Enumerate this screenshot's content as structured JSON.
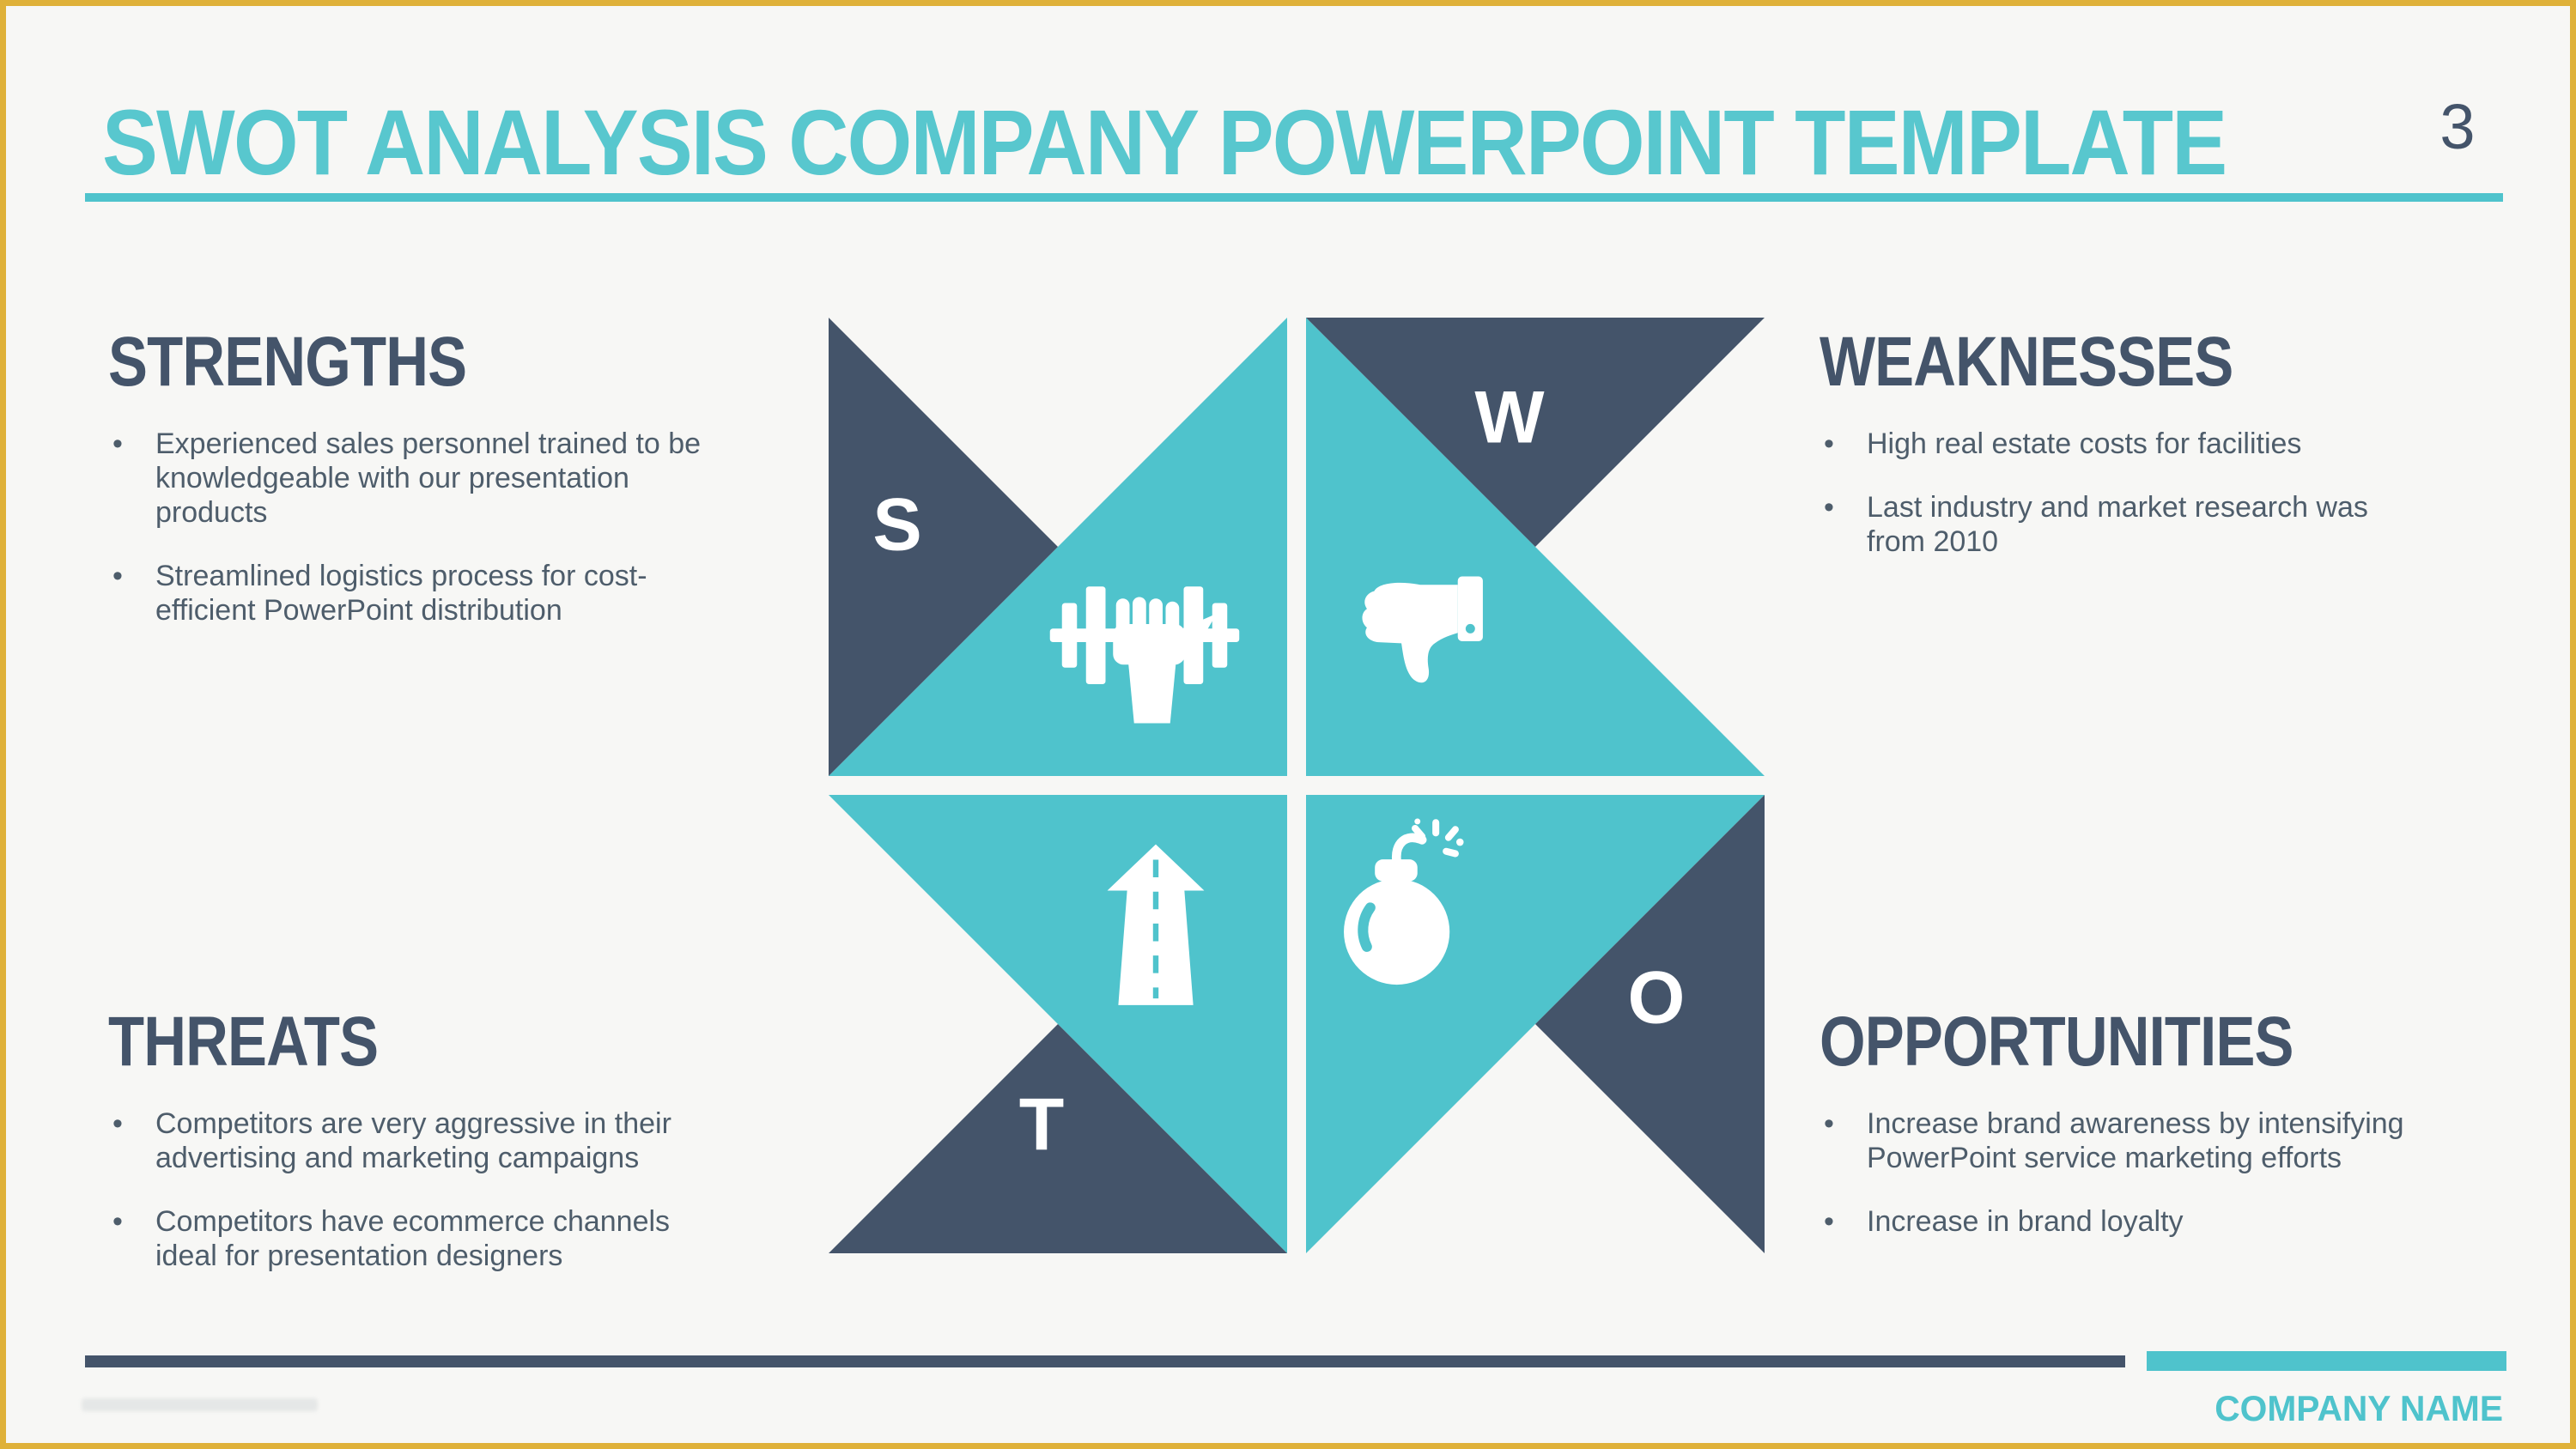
{
  "slide": {
    "title": "SWOT ANALYSIS COMPANY POWERPOINT TEMPLATE",
    "page_number": "3",
    "company_name": "COMPANY NAME"
  },
  "ui": {
    "bullet_glyph": "•"
  },
  "colors": {
    "teal": "#4FC3CC",
    "title_teal": "#58C7CE",
    "dark_slate": "#44546A",
    "body_text": "#4E5D6B",
    "background": "#F7F7F5",
    "frame_gold": "#DFB139",
    "icon_white": "#FFFFFF"
  },
  "sections": {
    "strengths": {
      "heading": "STRENGTHS",
      "bullets": [
        "Experienced sales personnel trained to be knowledgeable with our presentation products",
        "Streamlined logistics process for cost-efficient PowerPoint distribution"
      ]
    },
    "weaknesses": {
      "heading": "WEAKNESSES",
      "bullets": [
        "High real estate costs for facilities",
        "Last industry and market research was from 2010"
      ]
    },
    "threats": {
      "heading": "THREATS",
      "bullets": [
        "Competitors are very aggressive in their advertising and marketing campaigns",
        "Competitors have ecommerce channels ideal for presentation designers"
      ]
    },
    "opportunities": {
      "heading": "OPPORTUNITIES",
      "bullets": [
        "Increase brand awareness by intensifying PowerPoint service marketing efforts",
        "Increase in brand loyalty"
      ]
    }
  },
  "diagram": {
    "quadrants": [
      {
        "letter": "S",
        "icon": "dumbbell-hand-icon",
        "position": "top-left"
      },
      {
        "letter": "W",
        "icon": "thumbs-down-icon",
        "position": "top-right"
      },
      {
        "letter": "T",
        "icon": "road-arrow-icon",
        "position": "bottom-left"
      },
      {
        "letter": "O",
        "icon": "bomb-icon",
        "position": "bottom-right"
      }
    ]
  }
}
